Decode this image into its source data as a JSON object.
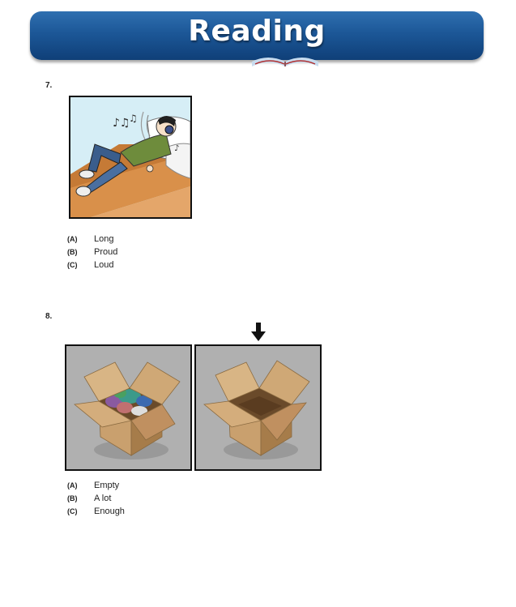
{
  "header": {
    "title": "Reading"
  },
  "questions": [
    {
      "number": "7.",
      "options": [
        {
          "letter": "(A)",
          "text": "Long"
        },
        {
          "letter": "(B)",
          "text": "Proud"
        },
        {
          "letter": "(C)",
          "text": "Loud"
        }
      ]
    },
    {
      "number": "8.",
      "options": [
        {
          "letter": "(A)",
          "text": "Empty"
        },
        {
          "letter": "(B)",
          "text": "A lot"
        },
        {
          "letter": "(C)",
          "text": "Enough"
        }
      ]
    }
  ]
}
